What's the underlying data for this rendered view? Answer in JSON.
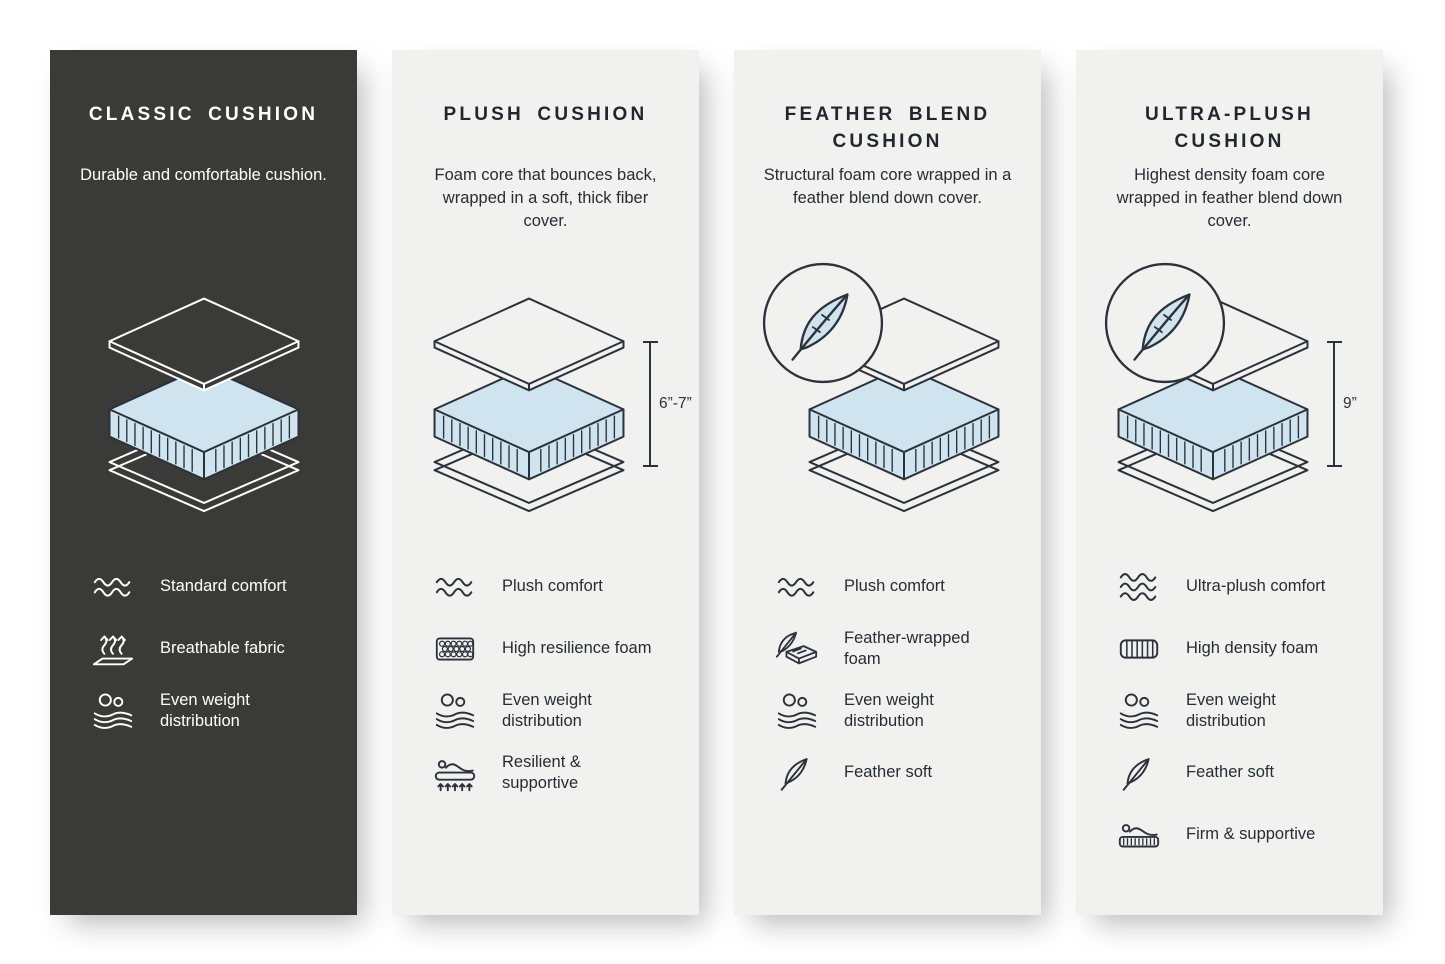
{
  "meta": {
    "kind": "cushion-comparison-infographic"
  },
  "colors": {
    "page_background": "#ffffff",
    "dark_panel": "#3a3a38",
    "light_panel": "#f1f1ef",
    "ink": "#2b323b",
    "foam_blue": "#cfe4ee"
  },
  "columns": [
    {
      "title": "CLASSIC CUSHION",
      "description": "Durable and comfortable cushion.",
      "theme": "dark",
      "feather_badge": false,
      "dimension": null,
      "features": [
        {
          "icon": "comfort-waves-icon",
          "label": "Standard comfort"
        },
        {
          "icon": "breathable-fabric-icon",
          "label": "Breathable fabric"
        },
        {
          "icon": "even-weight-icon",
          "label": "Even weight distribution"
        }
      ]
    },
    {
      "title": "PLUSH CUSHION",
      "description": "Foam core that bounces back, wrapped in a soft, thick fiber cover.",
      "theme": "light",
      "feather_badge": false,
      "dimension": "6”-7”",
      "features": [
        {
          "icon": "comfort-waves-icon",
          "label": "Plush comfort"
        },
        {
          "icon": "high-resilience-foam-icon",
          "label": "High resilience foam"
        },
        {
          "icon": "even-weight-icon",
          "label": "Even weight distribution"
        },
        {
          "icon": "resilient-supportive-icon",
          "label": "Resilient & supportive"
        }
      ]
    },
    {
      "title": "FEATHER BLEND CUSHION",
      "description": "Structural foam core wrapped in a feather blend down cover.",
      "theme": "light",
      "feather_badge": true,
      "dimension": null,
      "features": [
        {
          "icon": "comfort-waves-icon",
          "label": "Plush comfort"
        },
        {
          "icon": "feather-wrapped-foam-icon",
          "label": "Feather-wrapped foam"
        },
        {
          "icon": "even-weight-icon",
          "label": "Even weight distribution"
        },
        {
          "icon": "feather-soft-icon",
          "label": "Feather soft"
        }
      ]
    },
    {
      "title": "ULTRA-PLUSH CUSHION",
      "description": "Highest density foam core wrapped in feather blend down cover.",
      "theme": "light",
      "feather_badge": true,
      "dimension": "9”",
      "features": [
        {
          "icon": "ultra-plush-waves-icon",
          "label": "Ultra-plush comfort"
        },
        {
          "icon": "high-density-foam-icon",
          "label": "High density foam"
        },
        {
          "icon": "even-weight-icon",
          "label": "Even weight distribution"
        },
        {
          "icon": "feather-soft-icon",
          "label": "Feather soft"
        },
        {
          "icon": "firm-supportive-icon",
          "label": "Firm & supportive"
        }
      ]
    }
  ]
}
